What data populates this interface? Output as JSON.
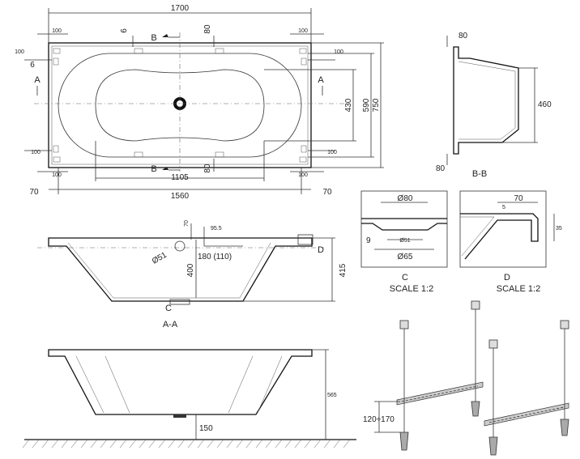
{
  "plan": {
    "overall_length": "1700",
    "inner_length": "1560",
    "bottom_length": "1105",
    "overall_width": "750",
    "inner_width": "590",
    "bottom_width": "430",
    "edge_offset": "70",
    "support_spacing": "100",
    "rim_small": "6",
    "ledge": "80",
    "section_a": "A",
    "section_b": "B"
  },
  "section_bb": {
    "rim_top": "80",
    "rim_bottom": "80",
    "depth": "460",
    "caption": "B-B"
  },
  "section_aa": {
    "overflow_top": "70",
    "overflow_offset": "95.5",
    "overflow_dia": "Ø51",
    "overflow_height": "180 (110)",
    "inner_depth": "400",
    "outer_height": "415",
    "caption": "A-A",
    "detail_c": "C",
    "detail_d": "D"
  },
  "detail_c": {
    "top_dia": "Ø80",
    "mid_dia": "Ø51",
    "bottom_dia": "Ø65",
    "left_dim": "9",
    "caption": "C",
    "scale": "SCALE 1:2"
  },
  "detail_d": {
    "width": "70",
    "lip": "5",
    "height": "35",
    "caption": "D",
    "scale": "SCALE 1:2"
  },
  "side_view": {
    "total_height": "565",
    "foot_offset": "150"
  },
  "legs": {
    "adjust_range": "120÷170"
  }
}
